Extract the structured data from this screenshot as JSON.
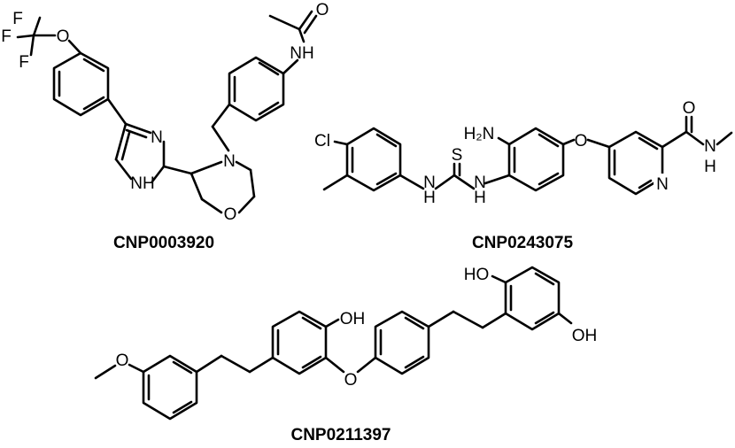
{
  "molecules": [
    {
      "id": "CNP0003920",
      "label": "CNP0003920",
      "atom_labels": {
        "f1": "F",
        "f2": "F",
        "f3": "F",
        "o_ocf3": "O",
        "n_imid": "N",
        "nh_imid": "NH",
        "n_morph": "N",
        "o_morph": "O",
        "nh_amide": "NH",
        "o_amide": "O"
      }
    },
    {
      "id": "CNP0243075",
      "label": "CNP0243075",
      "atom_labels": {
        "cl": "Cl",
        "nh1": "H",
        "n1": "N",
        "s": "S",
        "nh2": "H",
        "n2": "N",
        "h2n": "H₂N",
        "o_ether": "O",
        "n_pyr": "N",
        "o_carbonyl": "O",
        "nh_amide": "N",
        "h_amide": "H"
      }
    },
    {
      "id": "CNP0211397",
      "label": "CNP0211397",
      "atom_labels": {
        "o_methoxy": "O",
        "oh1": "OH",
        "o_ether": "O",
        "ho2": "HO",
        "oh3": "OH"
      }
    }
  ]
}
